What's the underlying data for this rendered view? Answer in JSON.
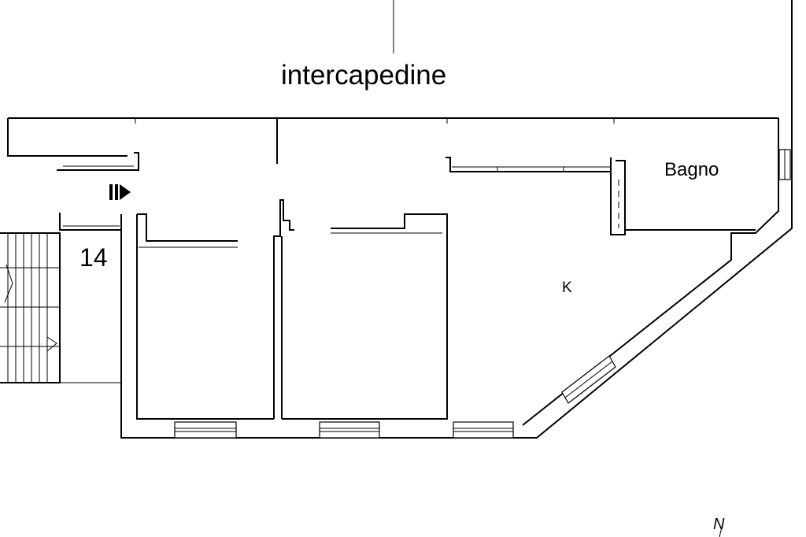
{
  "labels": {
    "air_gap": "intercapedine",
    "bathroom": "Bagno",
    "kitchen": "K",
    "unit_number": "14",
    "north": "N"
  },
  "colors": {
    "line": "#000000",
    "background": "#ffffff"
  },
  "icons": [
    "entrance-arrow-icon",
    "north-arrow-icon",
    "stair-direction-arrow-icon"
  ]
}
